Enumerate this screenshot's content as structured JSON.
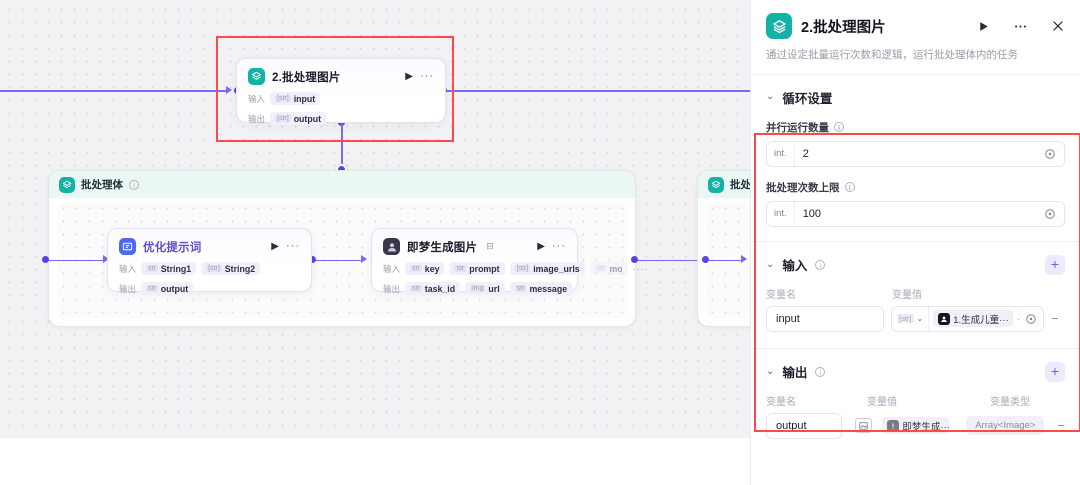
{
  "canvas": {
    "batch_node": {
      "title": "2.批处理图片",
      "icon": "layers-icon",
      "run_icon": "play-icon",
      "more_icon": "more-icon",
      "input_label": "输入",
      "output_label": "输出",
      "input_chips": [
        {
          "type": "[str]",
          "name": "input"
        }
      ],
      "output_chips": [
        {
          "type": "[str]",
          "name": "output"
        }
      ]
    },
    "group": {
      "title": "批处理体",
      "icon": "layers-icon",
      "info_icon": "info-icon"
    },
    "optimize_node": {
      "title": "优化提示词",
      "icon": "workflow-icon",
      "run_icon": "play-icon",
      "more_icon": "more-icon",
      "input_label": "输入",
      "output_label": "输出",
      "input_chips": [
        {
          "type": "str",
          "name": "String1"
        },
        {
          "type": "[str]",
          "name": "String2"
        }
      ],
      "output_chips": [
        {
          "type": "str",
          "name": "output"
        }
      ]
    },
    "jimeng_node": {
      "title": "即梦生成图片",
      "icon": "avatar-icon",
      "flag_icon": "plugin-icon",
      "run_icon": "play-icon",
      "more_icon": "more-icon",
      "input_label": "输入",
      "output_label": "输出",
      "input_chips": [
        {
          "type": "str",
          "name": "key"
        },
        {
          "type": "str",
          "name": "prompt"
        },
        {
          "type": "[str]",
          "name": "image_urls"
        },
        {
          "type": "str",
          "name": "mo"
        }
      ],
      "input_overflow": "···",
      "output_chips": [
        {
          "type": "str",
          "name": "task_id"
        },
        {
          "type": "img",
          "name": "url"
        },
        {
          "type": "str",
          "name": "message"
        }
      ]
    },
    "group_right": {
      "title": "批处理",
      "icon": "layers-icon"
    }
  },
  "panel": {
    "icon": "layers-icon",
    "title": "2.批处理图片",
    "subtitle": "通过设定批量运行次数和逻辑，运行批处理体内的任务",
    "actions": {
      "run": "play-icon",
      "more": "more-icon",
      "close": "close-icon"
    },
    "loop_section": {
      "title": "循环设置",
      "chevron": "chevron-down-icon",
      "fields": [
        {
          "label": "并行运行数量",
          "info_icon": "info-icon",
          "prefix": "int.",
          "value": "2",
          "suffix_icon": "target-icon"
        },
        {
          "label": "批处理次数上限",
          "info_icon": "info-icon",
          "prefix": "int.",
          "value": "100",
          "suffix_icon": "target-icon"
        }
      ]
    },
    "input_section": {
      "title": "输入",
      "chevron": "chevron-down-icon",
      "info_icon": "info-icon",
      "add_label": "+",
      "columns": [
        "变量名",
        "变量值"
      ],
      "rows": [
        {
          "name": "input",
          "type_tag": "[str]",
          "chevron": "chevron-down-icon",
          "ref_text": "1.生成儿童···",
          "ref_dot": "·",
          "suffix_icon": "target-icon",
          "remove": "−"
        }
      ]
    },
    "output_section": {
      "title": "输出",
      "chevron": "chevron-down-icon",
      "info_icon": "info-icon",
      "add_label": "+",
      "columns": [
        "变量名",
        "变量值",
        "变量类型"
      ],
      "rows": [
        {
          "name": "output",
          "img_icon": "image-icon",
          "ref_text": "即梦生成···",
          "ref_dot": "·",
          "var_type": "Array<Image>",
          "remove": "−"
        }
      ]
    }
  },
  "colors": {
    "accent_teal": "#13b2a6",
    "accent_purple": "#6b5df0",
    "edge": "#7b68ee",
    "annotation_red": "#fb4a4a"
  }
}
